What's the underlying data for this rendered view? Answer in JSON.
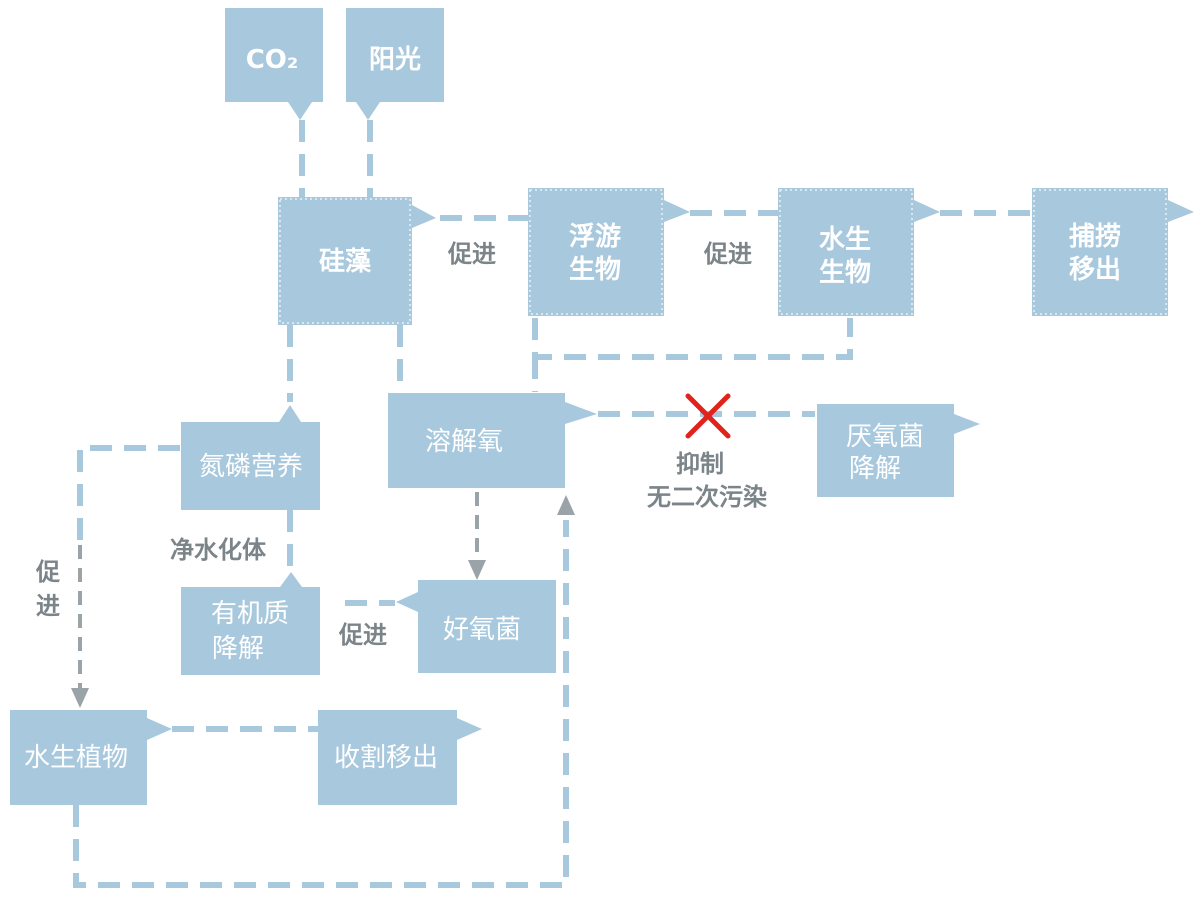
{
  "nodes": {
    "co2": "CO₂",
    "sunlight": "阳光",
    "diatom": "硅藻",
    "plankton": [
      "浮游",
      "生物"
    ],
    "aquatic_life": [
      "水生",
      "生物"
    ],
    "catch_remove": [
      "捕捞",
      "移出"
    ],
    "nitrogen_phosphorus": "氮磷营养",
    "dissolved_oxygen": "溶解氧",
    "anaerobic_decomp": [
      "厌氧菌",
      "降解"
    ],
    "organic_decomp": [
      "有机质",
      "降解"
    ],
    "aerobic_bacteria": "好氧菌",
    "aquatic_plants": "水生植物",
    "harvest_remove": "收割移出"
  },
  "labels": {
    "promote_diatom_plankton": "促进",
    "promote_plankton_aquatic": "促进",
    "promote_vertical": [
      "促",
      "进"
    ],
    "promote_aerobic_organic": "促进",
    "purify_water": "净水化体",
    "inhibit": [
      "抑制",
      "无二次污染"
    ]
  }
}
